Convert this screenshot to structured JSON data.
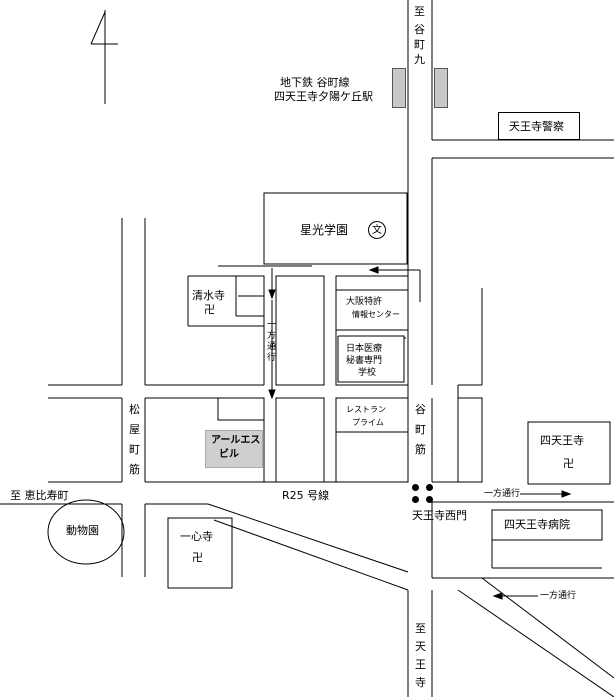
{
  "labels": {
    "north_taniyamachi_line1": "至",
    "north_taniyamachi_line2": "谷町九",
    "station_line1": "地下鉄 谷町線",
    "station_line2": "四天王寺夕陽ケ丘駅",
    "police": "天王寺警察",
    "school": "星光学園",
    "school_mark": "文",
    "kiyomizu_temple": "清水寺",
    "oneway_vertical": "一方通行",
    "osaka_patent_line1": "大阪特許",
    "osaka_patent_line2": "情報センター",
    "medical_line1": "日本医療",
    "medical_line2": "秘書専門",
    "medical_line3": "学校",
    "restaurant_line1": "レストラン",
    "restaurant_line2": "プライム",
    "matsuya_street": "松屋町筋",
    "taniyamachi_street": "谷町筋",
    "target_line1": "アールエス",
    "target_line2": "ビル",
    "shitennoji_temple": "四天王寺",
    "temple_mark": "卍",
    "west_ebisu": "至 恵比寿町",
    "route25": "R25 号線",
    "oneway_east": "一方通行",
    "zoo": "動物園",
    "isshin_temple": "一心寺",
    "nishimon_intersection": "天王寺西門",
    "shitennoji_hospital": "四天王寺病院",
    "oneway_west": "一方通行",
    "south_tennoji": "至天王寺"
  },
  "icons": {
    "north_arrow": "north-arrow-icon",
    "temple": "temple-manji-icon",
    "school": "school-bun-icon",
    "intersection": "intersection-dots-icon"
  },
  "colors": {
    "line": "#000000",
    "target_building": "#cfcfcf",
    "station_block": "#c8c8c8"
  }
}
